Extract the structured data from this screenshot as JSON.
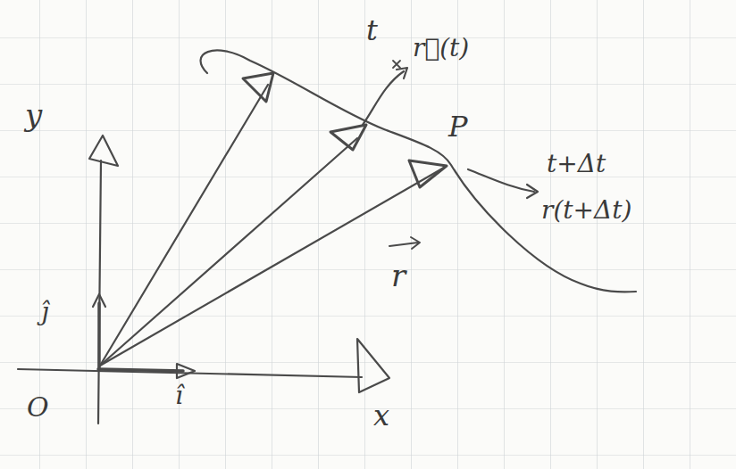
{
  "diagram": {
    "labels": [
      "y",
      "x",
      "O",
      "î",
      "ĵ",
      "t",
      "r⃗(t)",
      "P",
      "t+Δt",
      "r(t+Δt)",
      "r"
    ]
  }
}
